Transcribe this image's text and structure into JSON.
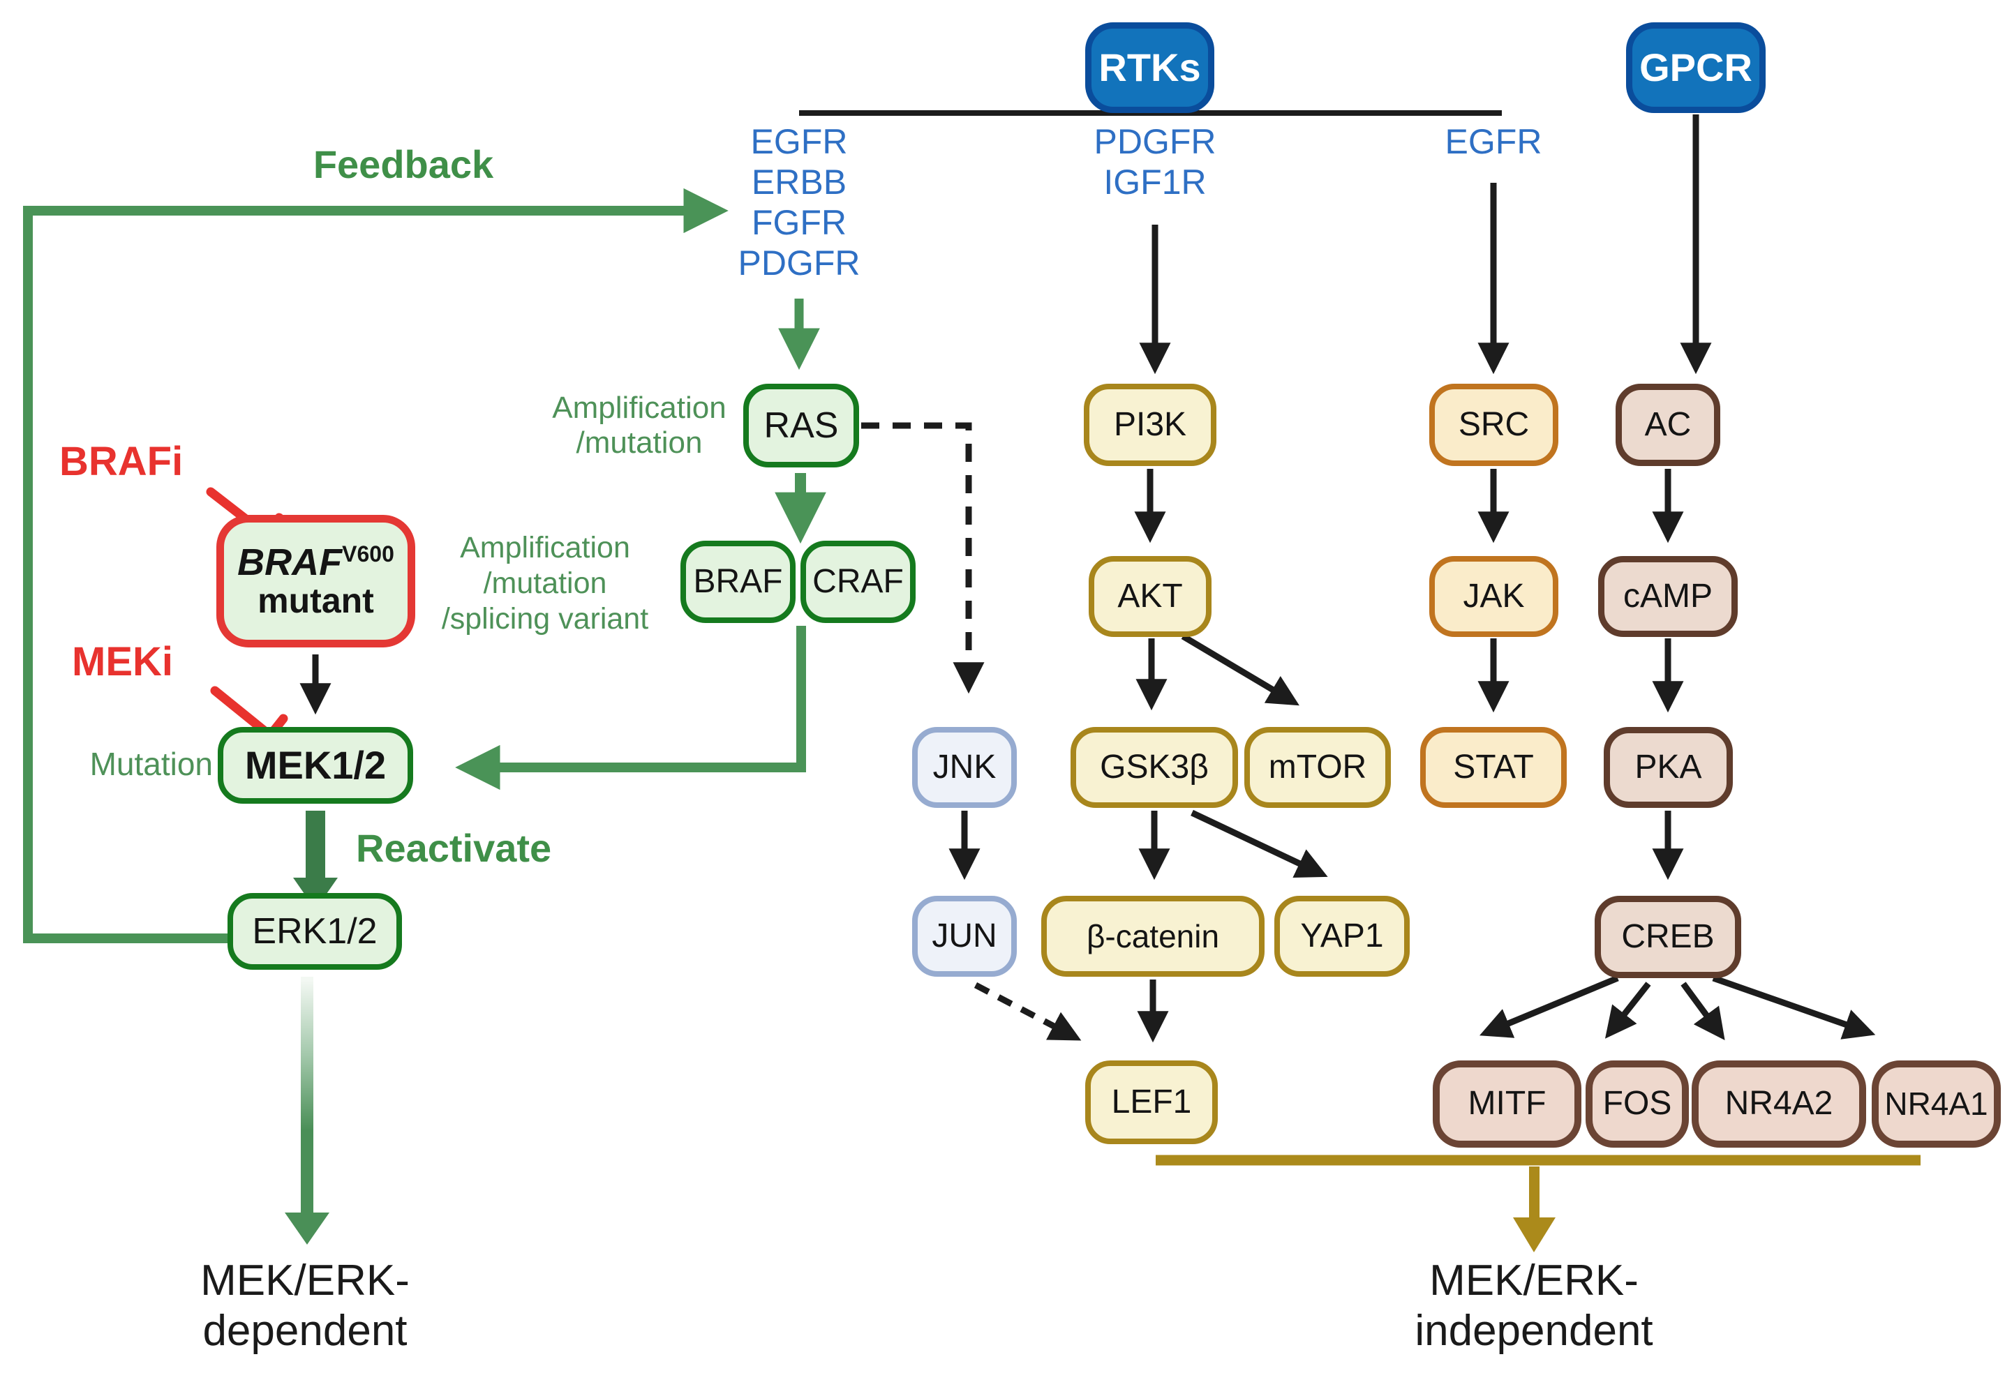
{
  "header": {
    "rtks": "RTKs",
    "gpcr": "GPCR"
  },
  "receptors": {
    "col1": [
      "EGFR",
      "ERBB",
      "FGFR",
      "PDGFR"
    ],
    "col2": [
      "PDGFR",
      "IGF1R"
    ],
    "col3": "EGFR"
  },
  "nodes": {
    "ras": "RAS",
    "braf": "BRAF",
    "craf": "CRAF",
    "braf_mutant_gene": "BRAF",
    "braf_mutant_sup": "V600",
    "braf_mutant_line2": "mutant",
    "mek": "MEK1/2",
    "erk": "ERK1/2",
    "pi3k": "PI3K",
    "akt": "AKT",
    "gsk3b": "GSK3β",
    "mtor": "mTOR",
    "bcatenin": "β-catenin",
    "yap1": "YAP1",
    "lef1": "LEF1",
    "jnk": "JNK",
    "jun": "JUN",
    "src": "SRC",
    "jak": "JAK",
    "stat": "STAT",
    "ac": "AC",
    "camp": "cAMP",
    "pka": "PKA",
    "creb": "CREB",
    "mitf": "MITF",
    "fos": "FOS",
    "nr4a2": "NR4A2",
    "nr4a1": "NR4A1"
  },
  "annotations": {
    "feedback": "Feedback",
    "brafi": "BRAFi",
    "meki": "MEKi",
    "mutation": "Mutation",
    "reactivate": "Reactivate",
    "amp_mut": [
      "Amplification",
      "/mutation"
    ],
    "amp_mut_splice": [
      "Amplification",
      "/mutation",
      "/splicing variant"
    ],
    "outcome_dependent": [
      "MEK/ERK-",
      "dependent"
    ],
    "outcome_independent": [
      "MEK/ERK-",
      "independent"
    ]
  },
  "colors": {
    "pill_blue": "#1273bb",
    "pill_blue_border": "#0a4d9c",
    "receptor_text_blue": "#2e6fc4",
    "green_fill": "#e3f3df",
    "green_border": "#157a1e",
    "green_line": "#4a9357",
    "green_text": "#3f8f48",
    "gold_fill": "#f8f2d2",
    "gold_border": "#a8861c",
    "gold_line": "#ab8a1b",
    "orange_fill": "#faecca",
    "orange_border": "#c0741f",
    "bluebox_fill": "#eef2f9",
    "bluebox_border": "#96abd0",
    "brown_fill": "#ecdacf",
    "brown_border": "#5f3c2c",
    "mitf_fill": "#eed8cd",
    "mitf_border": "#6b4434",
    "inhibitor_red": "#e8322e",
    "arrow_black": "#1c1c1c"
  }
}
